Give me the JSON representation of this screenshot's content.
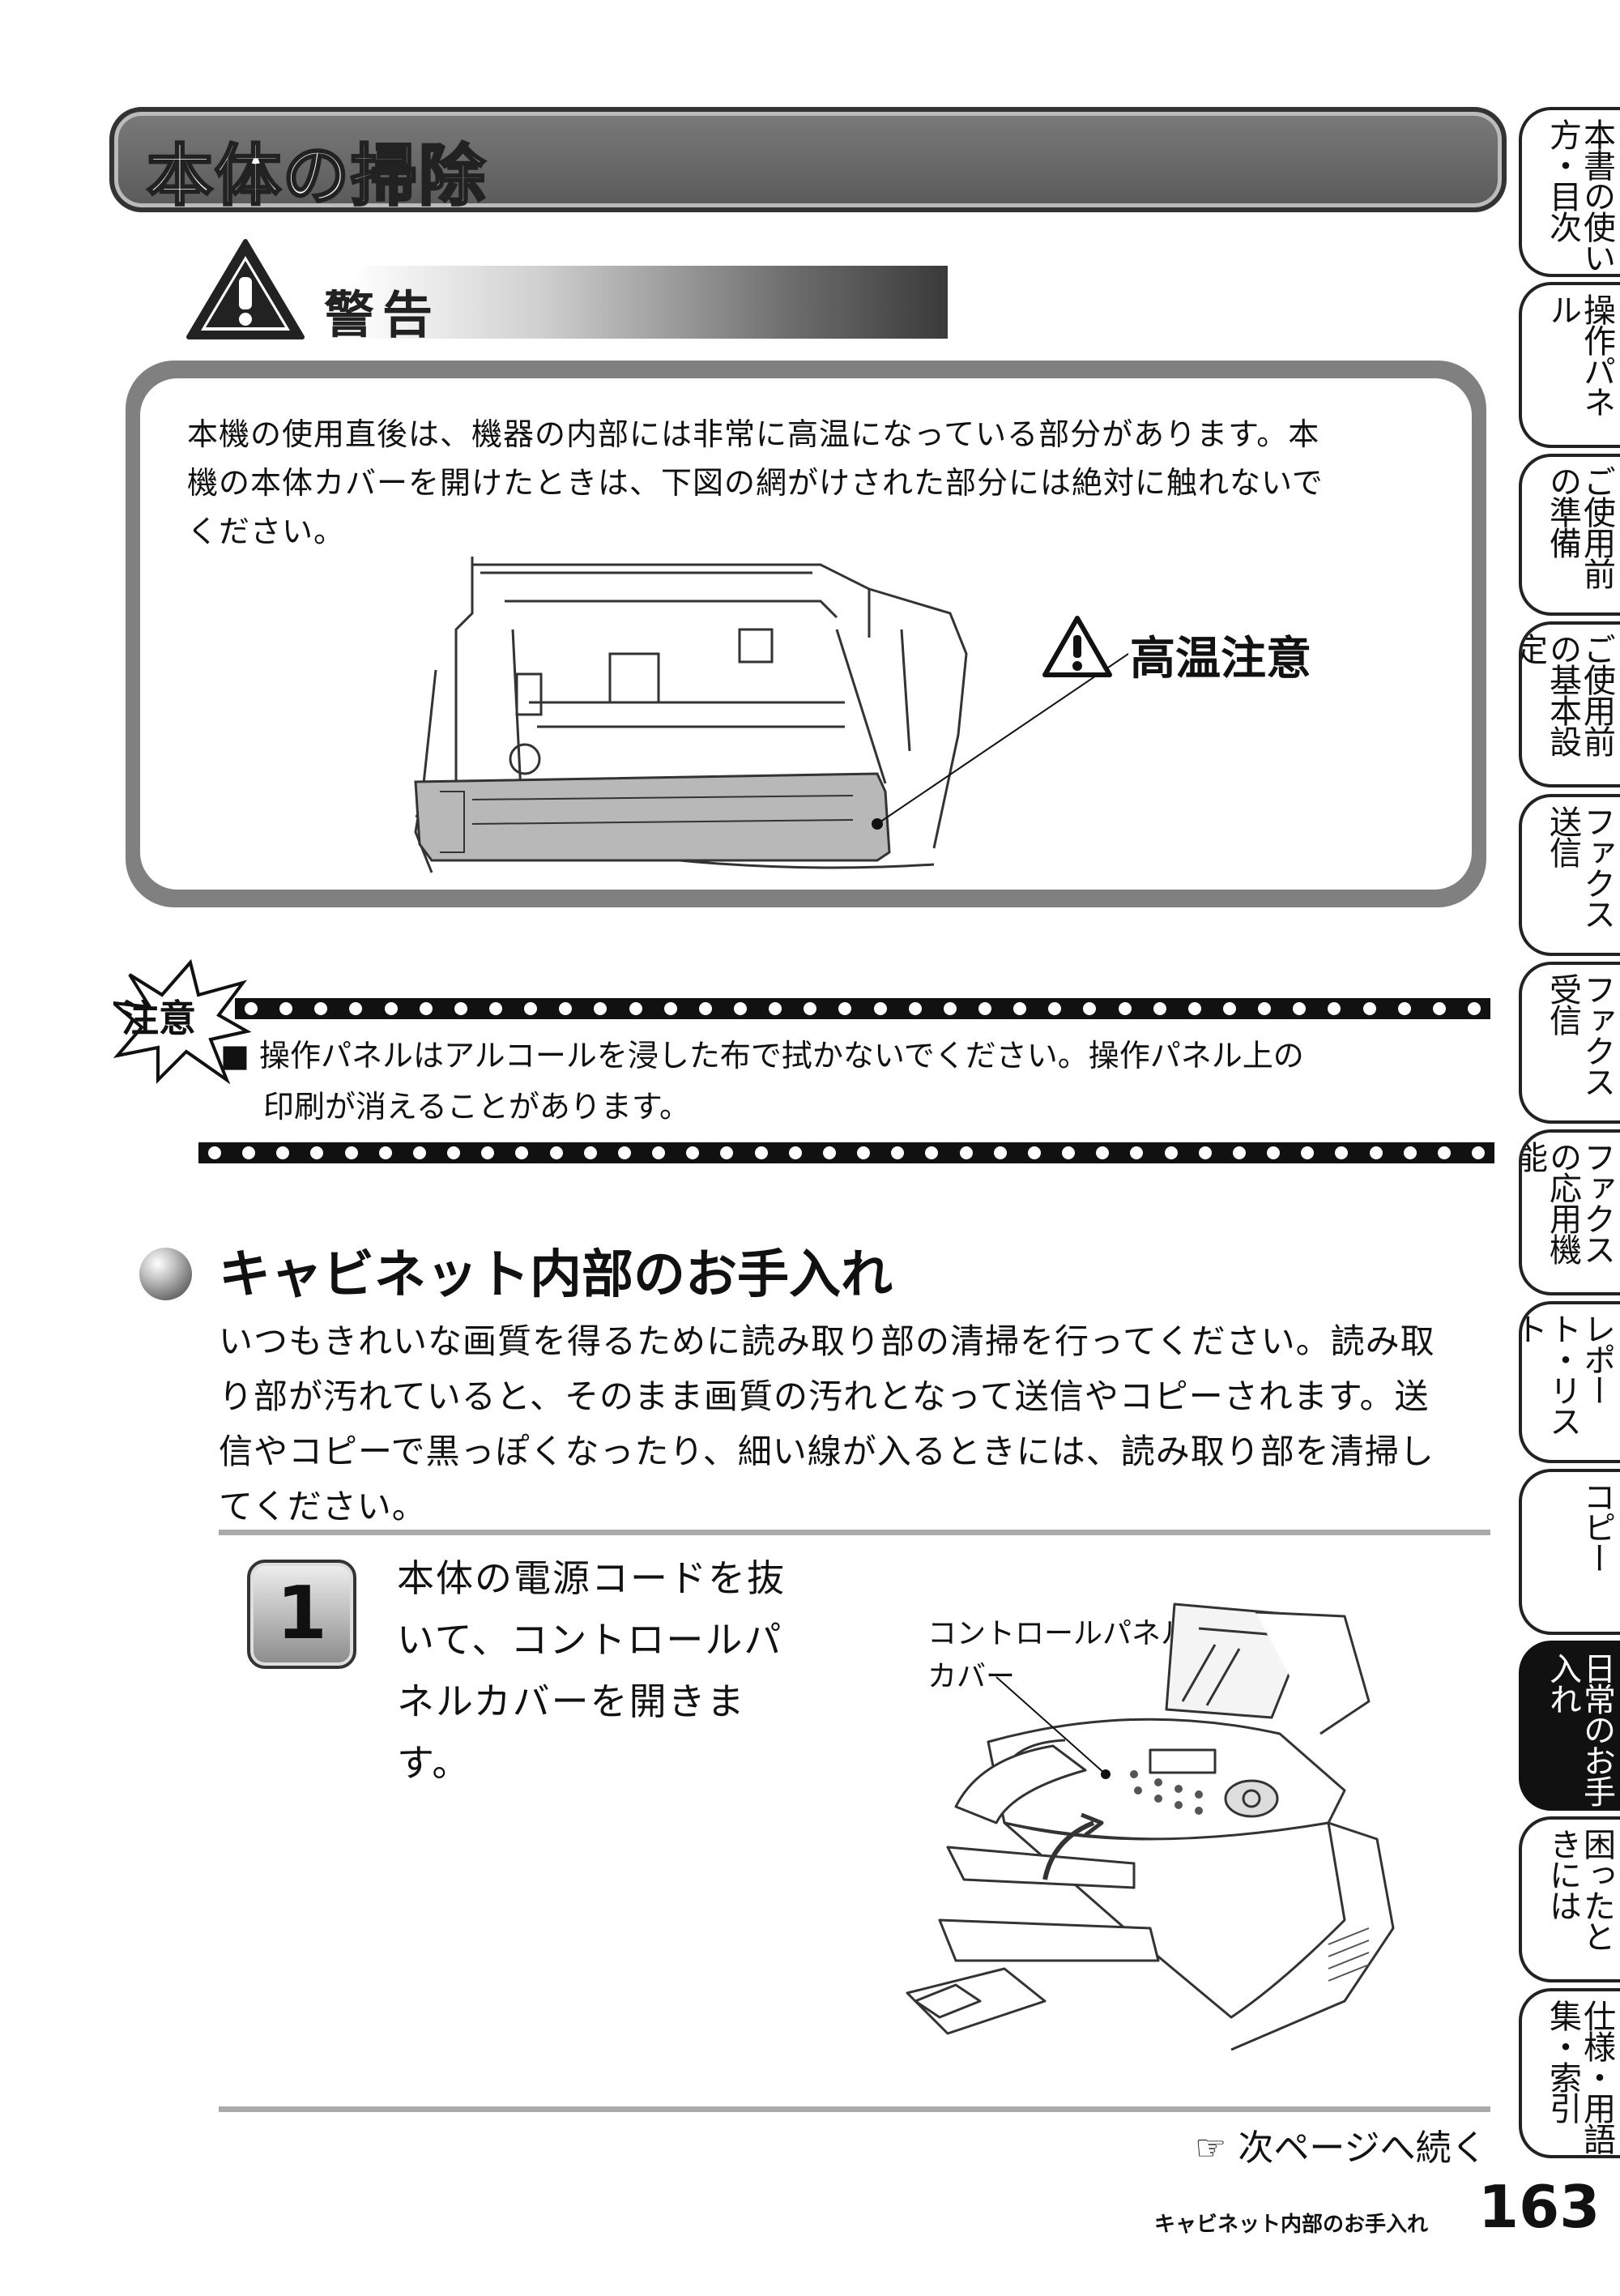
{
  "title": "本体の掃除",
  "warning": {
    "heading": "警告",
    "lines": [
      "本機の使用直後は、機器の内部には非常に高温になっている部分があります。本",
      "機の本体カバーを開けたときは、下図の網がけされた部分には絶対に触れないで",
      "ください。"
    ],
    "hot_label": "高温注意"
  },
  "caution": {
    "badge": "注意",
    "line1": "■ 操作パネルはアルコールを浸した布で拭かないでください。操作パネル上の",
    "line2": "印刷が消えることがあります。"
  },
  "section": {
    "title": "キャビネット内部のお手入れ",
    "lines": [
      "いつもきれいな画質を得るために読み取り部の清掃を行ってください。読み取",
      "り部が汚れていると、そのまま画質の汚れとなって送信やコピーされます。送",
      "信やコピーで黒っぽくなったり、細い線が入るときには、読み取り部を清掃し",
      "てください。"
    ]
  },
  "step": {
    "number": "1",
    "lines": [
      "本体の電源コードを抜",
      "いて、コントロールパ",
      "ネルカバーを開きま",
      "す。"
    ],
    "figure_label_1": "コントロールパネル",
    "figure_label_2": "カバー"
  },
  "continue_text": "☞ 次ページへ続く",
  "footer_label": "キャビネット内部のお手入れ",
  "page_number": "163",
  "tabs": [
    {
      "label": "本書の使い方・目次",
      "active": false
    },
    {
      "label": "操作パネル",
      "active": false
    },
    {
      "label": "ご使用前の準備",
      "active": false
    },
    {
      "label": "ご使用前の基本設定",
      "active": false
    },
    {
      "label": "ファクス送信",
      "active": false
    },
    {
      "label": "ファクス受信",
      "active": false
    },
    {
      "label": "ファクスの応用機能",
      "active": false
    },
    {
      "label": "レポート・リスト",
      "active": false
    },
    {
      "label": "コピー",
      "active": false
    },
    {
      "label": "日常のお手入れ",
      "active": true
    },
    {
      "label": "困ったときには",
      "active": false
    },
    {
      "label": "仕様・用語集・索引",
      "active": false
    }
  ]
}
